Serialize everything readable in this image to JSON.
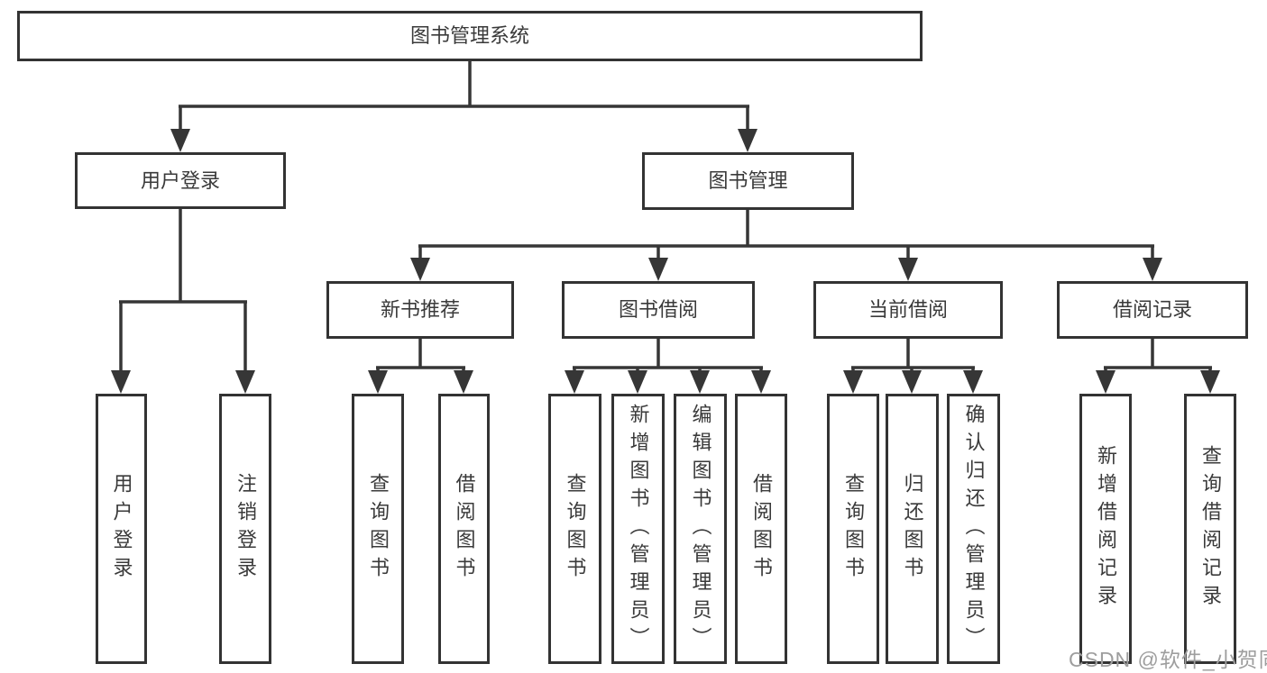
{
  "watermark": "CSDN @软件_小贺同学",
  "colors": {
    "line": "#363636",
    "box_border": "#333333",
    "text": "#3a3a3a",
    "watermark": "#9e9e9e"
  },
  "tree": {
    "root": {
      "label": "图书管理系统",
      "children": [
        {
          "label": "用户登录",
          "children": [
            {
              "label": "用户登录"
            },
            {
              "label": "注销登录"
            }
          ]
        },
        {
          "label": "图书管理",
          "children": [
            {
              "label": "新书推荐",
              "children": [
                {
                  "label": "查询图书"
                },
                {
                  "label": "借阅图书"
                }
              ]
            },
            {
              "label": "图书借阅",
              "children": [
                {
                  "label": "查询图书"
                },
                {
                  "label": "新增图书（管理员）"
                },
                {
                  "label": "编辑图书（管理员）"
                },
                {
                  "label": "借阅图书"
                }
              ]
            },
            {
              "label": "当前借阅",
              "children": [
                {
                  "label": "查询图书"
                },
                {
                  "label": "归还图书"
                },
                {
                  "label": "确认归还（管理员）"
                }
              ]
            },
            {
              "label": "借阅记录",
              "children": [
                {
                  "label": "新增借阅记录"
                },
                {
                  "label": "查询借阅记录"
                }
              ]
            }
          ]
        }
      ]
    }
  }
}
